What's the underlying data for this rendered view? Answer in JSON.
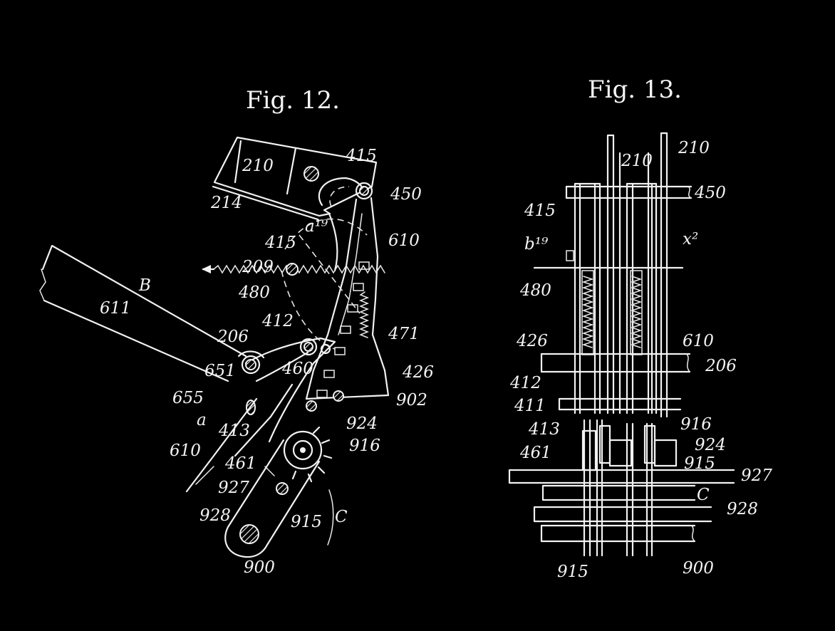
{
  "figures": [
    {
      "title": "Fig. 12.",
      "labels": {
        "l210": "210",
        "l214": "214",
        "l415a": "415",
        "l450": "450",
        "la19": "a¹⁹",
        "l415b": "415",
        "l610a": "610",
        "l209": "209",
        "l480": "480",
        "lB": "B",
        "l611": "611",
        "l412": "412",
        "l471": "471",
        "l206": "206",
        "l651": "651",
        "l460": "460",
        "l426": "426",
        "l902": "902",
        "l655": "655",
        "la": "a",
        "l413": "413",
        "l924": "924",
        "l610b": "610",
        "l916": "916",
        "l461": "461",
        "l927": "927",
        "l928": "928",
        "l915": "915",
        "lC": "C",
        "l900": "900"
      }
    },
    {
      "title": "Fig. 13.",
      "labels": {
        "l210a": "210",
        "l210b": "210",
        "l450": "450",
        "l415": "415",
        "lb19": "b¹⁹",
        "lx2": "x²",
        "l480": "480",
        "l426": "426",
        "l610": "610",
        "l206": "206",
        "l412": "412",
        "l411": "411",
        "l413": "413",
        "l916": "916",
        "l924": "924",
        "l461": "461",
        "l915a": "915",
        "l927": "927",
        "lC": "C",
        "l928": "928",
        "l915b": "915",
        "l900": "900"
      }
    }
  ]
}
